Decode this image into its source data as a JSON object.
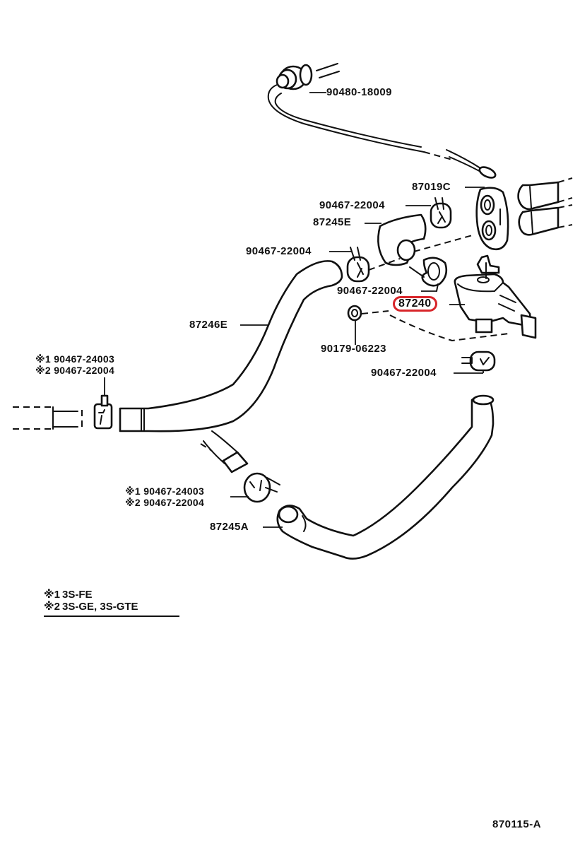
{
  "diagram": {
    "title": "Heater water valve and hoses parts diagram",
    "figure_id": "870115-A",
    "highlight_color": "#d8252a",
    "callouts": {
      "antenna_cable_grommet": "90480-18009",
      "grommet_plate": "87019C",
      "clamp_top": "90467-22004",
      "hose_elbow": "87245E",
      "clamp_mid_left": "90467-22004",
      "clamp_mid_right": "90467-22004",
      "water_valve": "87240",
      "nut": "90179-06223",
      "clamp_lower_right": "90467-22004",
      "hose_long": "87246E",
      "hose_lower": "87245A"
    },
    "variant_callouts": {
      "left_clamp": [
        {
          "mark": "※1",
          "part": "90467-24003"
        },
        {
          "mark": "※2",
          "part": "90467-22004"
        }
      ],
      "lower_clamp": [
        {
          "mark": "※1",
          "part": "90467-24003"
        },
        {
          "mark": "※2",
          "part": "90467-22004"
        }
      ]
    },
    "legend": [
      {
        "mark": "※1",
        "text": "3S-FE"
      },
      {
        "mark": "※2",
        "text": "3S-GE, 3S-GTE"
      }
    ]
  }
}
